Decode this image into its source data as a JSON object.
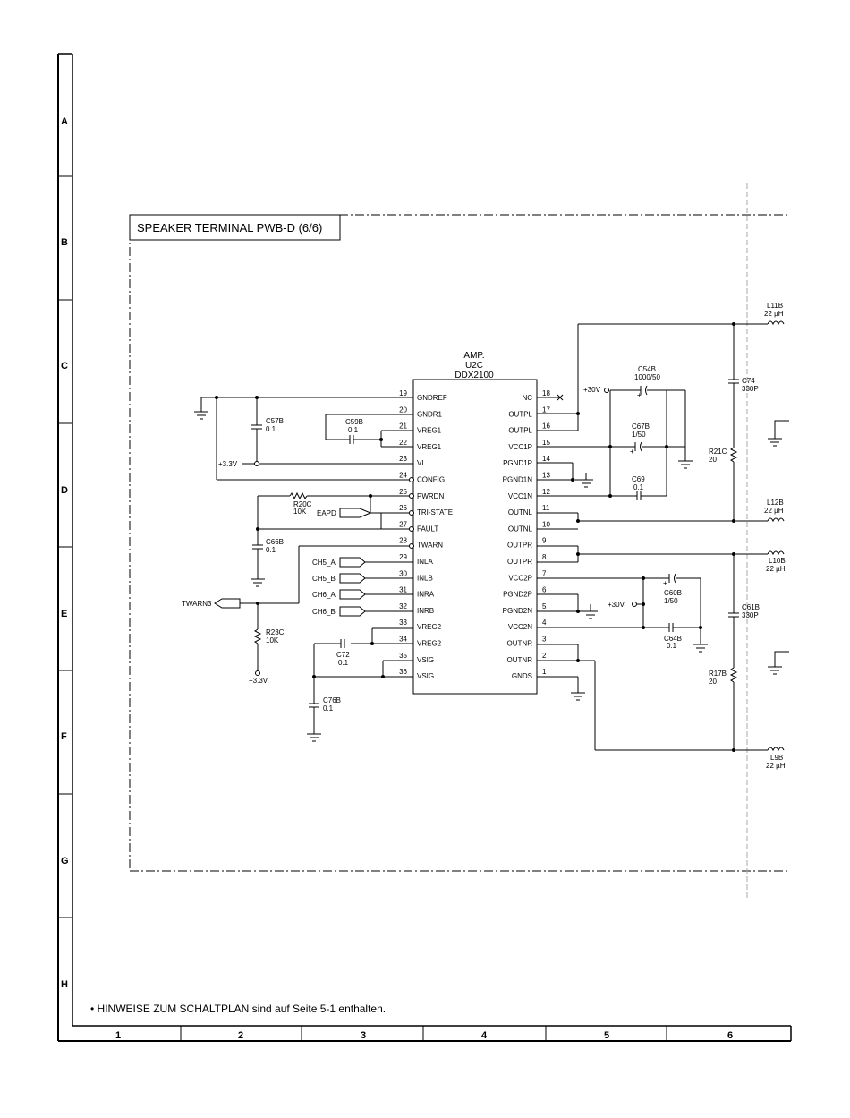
{
  "row_labels": [
    "A",
    "B",
    "C",
    "D",
    "E",
    "F",
    "G",
    "H"
  ],
  "col_labels": [
    "1",
    "2",
    "3",
    "4",
    "5",
    "6"
  ],
  "section_title": "SPEAKER TERMINAL PWB-D (6/6)",
  "note": "• HINWEISE ZUM SCHALTPLAN sind auf Seite 5-1 enthalten.",
  "ic": {
    "title": "AMP.",
    "ref": "U2C",
    "part": "DDX2100",
    "left_pins": [
      {
        "num": "19",
        "name": "GNDREF"
      },
      {
        "num": "20",
        "name": "GNDR1"
      },
      {
        "num": "21",
        "name": "VREG1"
      },
      {
        "num": "22",
        "name": "VREG1"
      },
      {
        "num": "23",
        "name": "VL"
      },
      {
        "num": "24",
        "name": "CONFIG"
      },
      {
        "num": "25",
        "name": "PWRDN"
      },
      {
        "num": "26",
        "name": "TRI-STATE"
      },
      {
        "num": "27",
        "name": "FAULT"
      },
      {
        "num": "28",
        "name": "TWARN"
      },
      {
        "num": "29",
        "name": "INLA"
      },
      {
        "num": "30",
        "name": "INLB"
      },
      {
        "num": "31",
        "name": "INRA"
      },
      {
        "num": "32",
        "name": "INRB"
      },
      {
        "num": "33",
        "name": "VREG2"
      },
      {
        "num": "34",
        "name": "VREG2"
      },
      {
        "num": "35",
        "name": "VSIG"
      },
      {
        "num": "36",
        "name": "VSIG"
      }
    ],
    "right_pins": [
      {
        "num": "18",
        "name": "NC"
      },
      {
        "num": "17",
        "name": "OUTPL"
      },
      {
        "num": "16",
        "name": "OUTPL"
      },
      {
        "num": "15",
        "name": "VCC1P"
      },
      {
        "num": "14",
        "name": "PGND1P"
      },
      {
        "num": "13",
        "name": "PGND1N"
      },
      {
        "num": "12",
        "name": "VCC1N"
      },
      {
        "num": "11",
        "name": "OUTNL"
      },
      {
        "num": "10",
        "name": "OUTNL"
      },
      {
        "num": "9",
        "name": "OUTPR"
      },
      {
        "num": "8",
        "name": "OUTPR"
      },
      {
        "num": "7",
        "name": "VCC2P"
      },
      {
        "num": "6",
        "name": "PGND2P"
      },
      {
        "num": "5",
        "name": "PGND2N"
      },
      {
        "num": "4",
        "name": "VCC2N"
      },
      {
        "num": "3",
        "name": "OUTNR"
      },
      {
        "num": "2",
        "name": "OUTNR"
      },
      {
        "num": "1",
        "name": "GNDS"
      }
    ]
  },
  "components": {
    "c57b": {
      "ref": "C57B",
      "val": "0.1"
    },
    "c59b": {
      "ref": "C59B",
      "val": "0.1"
    },
    "r20c": {
      "ref": "R20C",
      "val": "10K"
    },
    "c66b": {
      "ref": "C66B",
      "val": "0.1"
    },
    "r23c": {
      "ref": "R23C",
      "val": "10K"
    },
    "c72": {
      "ref": "C72",
      "val": "0.1"
    },
    "c76b": {
      "ref": "C76B",
      "val": "0.1"
    },
    "c54b": {
      "ref": "C54B",
      "val": "1000/50"
    },
    "c67b": {
      "ref": "C67B",
      "val": "1/50"
    },
    "c69": {
      "ref": "C69",
      "val": "0.1"
    },
    "c60b": {
      "ref": "C60B",
      "val": "1/50"
    },
    "c64b": {
      "ref": "C64B",
      "val": "0.1"
    },
    "l11b": {
      "ref": "L11B",
      "val": "22 µH"
    },
    "c74": {
      "ref": "C74",
      "val": "330P"
    },
    "r21c": {
      "ref": "R21C",
      "val": "20"
    },
    "l12b": {
      "ref": "L12B",
      "val": "22 µH"
    },
    "l10b": {
      "ref": "L10B",
      "val": "22 µH"
    },
    "c61b": {
      "ref": "C61B",
      "val": "330P"
    },
    "r17b": {
      "ref": "R17B",
      "val": "20"
    },
    "l9b": {
      "ref": "L9B",
      "val": "22 µH"
    }
  },
  "nets": {
    "v33_a": "+3.3V",
    "v33_b": "+3.3V",
    "v30_a": "+30V",
    "v30_b": "+30V",
    "eapd": "EAPD",
    "twarn3": "TWARN3",
    "ch5a": "CH5_A",
    "ch5b": "CH5_B",
    "ch6a": "CH6_A",
    "ch6b": "CH6_B",
    "plus": "+"
  }
}
